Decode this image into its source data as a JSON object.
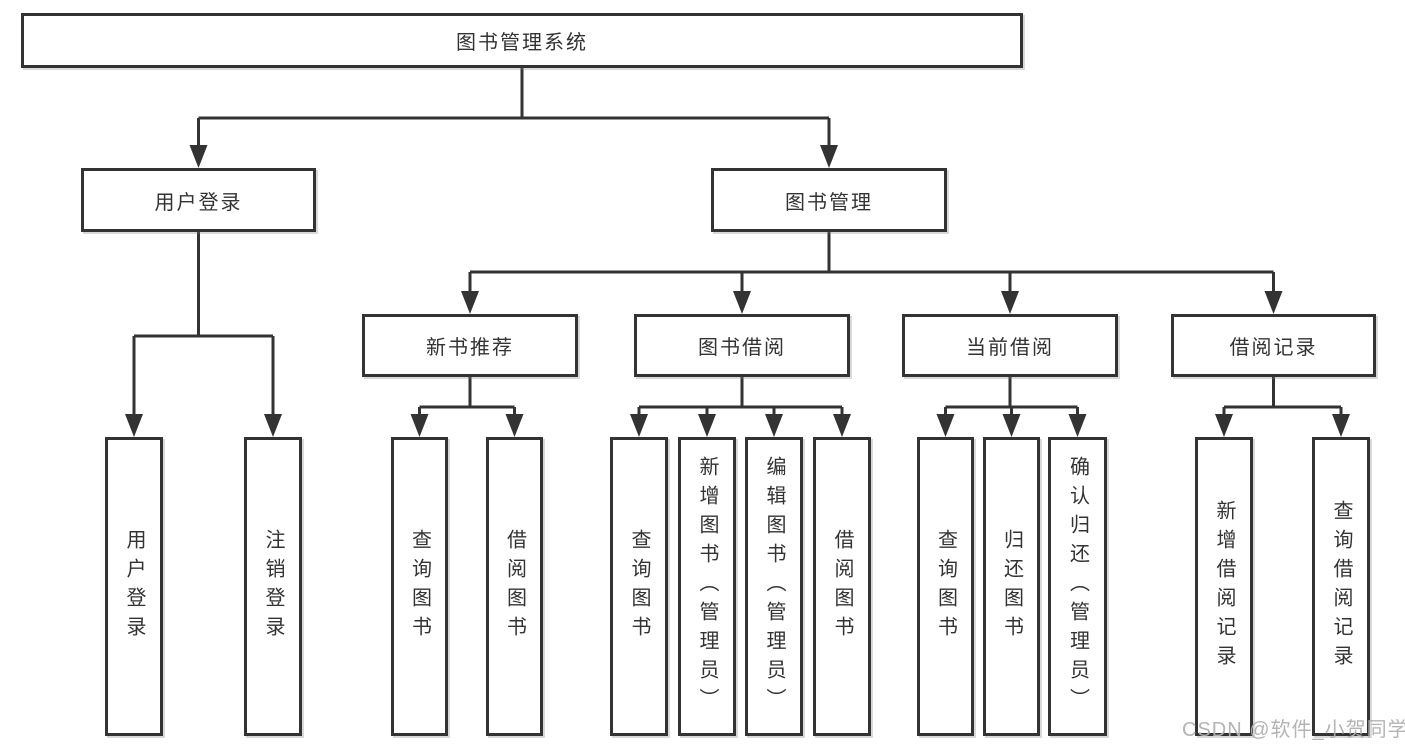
{
  "diagram": {
    "root": {
      "label": "图书管理系统"
    },
    "branches": [
      {
        "label": "用户登录",
        "children": [
          {
            "label": "用户登录"
          },
          {
            "label": "注销登录"
          }
        ]
      },
      {
        "label": "图书管理",
        "children": [
          {
            "label": "新书推荐",
            "children": [
              {
                "label": "查询图书"
              },
              {
                "label": "借阅图书"
              }
            ]
          },
          {
            "label": "图书借阅",
            "children": [
              {
                "label": "查询图书"
              },
              {
                "label": "新增图书（管理员）"
              },
              {
                "label": "编辑图书（管理员）"
              },
              {
                "label": "借阅图书"
              }
            ]
          },
          {
            "label": "当前借阅",
            "children": [
              {
                "label": "查询图书"
              },
              {
                "label": "归还图书"
              },
              {
                "label": "确认归还（管理员）"
              }
            ]
          },
          {
            "label": "借阅记录",
            "children": [
              {
                "label": "新增借阅记录"
              },
              {
                "label": "查询借阅记录"
              }
            ]
          }
        ]
      }
    ]
  },
  "watermark": {
    "text": "CSDN @软件_小贺同学"
  },
  "colors": {
    "line": "#333333",
    "text": "#333333",
    "background": "#ffffff",
    "watermark": "#b0b0b0"
  }
}
